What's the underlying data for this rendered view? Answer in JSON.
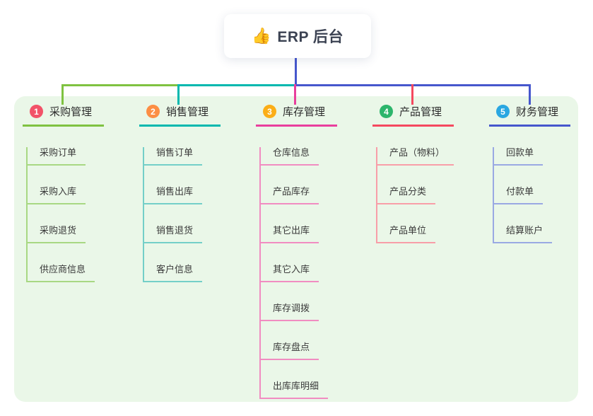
{
  "root": {
    "icon": "👍",
    "title": "ERP 后台"
  },
  "panel_color": "#eaf7e8",
  "connector_colors": {
    "root_drop": "#4657cd",
    "bus_left": "#7fc241",
    "bus_middle": "#00b8af",
    "bus_right": "#4657cd"
  },
  "branches": [
    {
      "badge": "1",
      "label": "采购管理",
      "line_color": "#7fc241",
      "sub_line_color": "#a8d883",
      "badge_color": "#f25268",
      "items": [
        "采购订单",
        "采购入库",
        "采购退货",
        "供应商信息"
      ]
    },
    {
      "badge": "2",
      "label": "销售管理",
      "line_color": "#00b8af",
      "sub_line_color": "#74cfc8",
      "badge_color": "#fc8e44",
      "items": [
        "销售订单",
        "销售出库",
        "销售退货",
        "客户信息"
      ]
    },
    {
      "badge": "3",
      "label": "库存管理",
      "line_color": "#e93f9d",
      "sub_line_color": "#f18cc1",
      "badge_color": "#fbae17",
      "items": [
        "仓库信息",
        "产品库存",
        "其它出库",
        "其它入库",
        "库存调拨",
        "库存盘点",
        "出库库明细"
      ]
    },
    {
      "badge": "4",
      "label": "产品管理",
      "line_color": "#f5495f",
      "sub_line_color": "#f89ea8",
      "badge_color": "#2cb56b",
      "items": [
        "产品（物料）",
        "产品分类",
        "产品单位"
      ]
    },
    {
      "badge": "5",
      "label": "财务管理",
      "line_color": "#4657cd",
      "sub_line_color": "#9aa9e3",
      "badge_color": "#2aa7e1",
      "items": [
        "回款单",
        "付款单",
        "结算账户"
      ]
    }
  ]
}
